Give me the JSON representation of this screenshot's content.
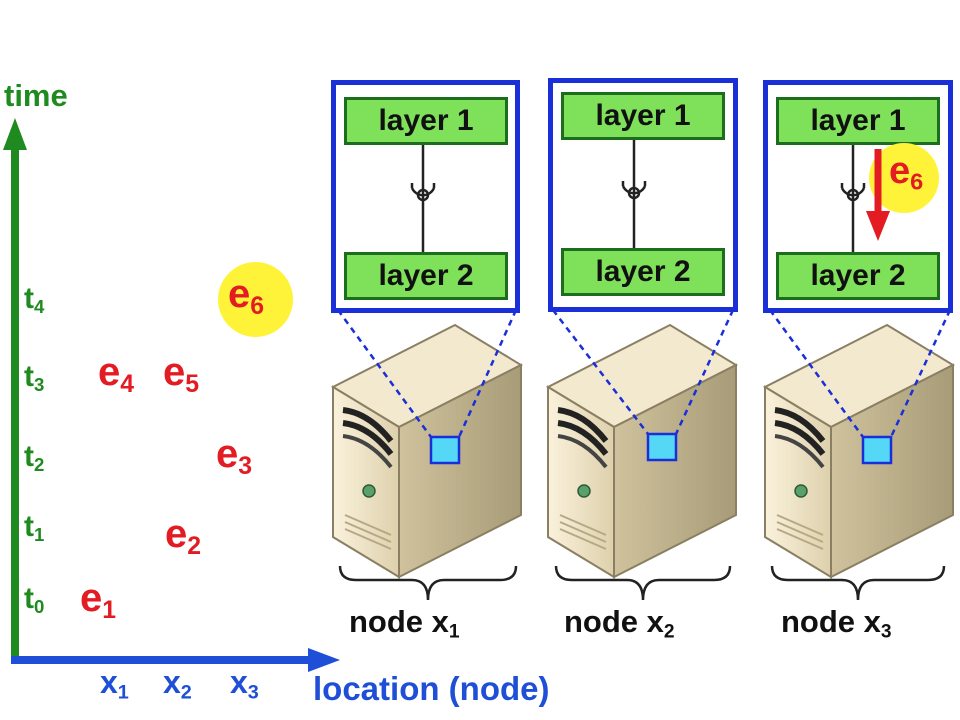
{
  "axis": {
    "y_label": "time",
    "x_label": "location (node)",
    "time_ticks": [
      {
        "base": "t",
        "sub": "0"
      },
      {
        "base": "t",
        "sub": "1"
      },
      {
        "base": "t",
        "sub": "2"
      },
      {
        "base": "t",
        "sub": "3"
      },
      {
        "base": "t",
        "sub": "4"
      }
    ],
    "location_ticks": [
      {
        "base": "x",
        "sub": "1"
      },
      {
        "base": "x",
        "sub": "2"
      },
      {
        "base": "x",
        "sub": "3"
      }
    ]
  },
  "events": [
    {
      "base": "e",
      "sub": "1"
    },
    {
      "base": "e",
      "sub": "2"
    },
    {
      "base": "e",
      "sub": "3"
    },
    {
      "base": "e",
      "sub": "4"
    },
    {
      "base": "e",
      "sub": "5"
    },
    {
      "base": "e",
      "sub": "6"
    }
  ],
  "nodes": [
    {
      "label": "node x",
      "sub": "1",
      "layer_top": "layer 1",
      "layer_bottom": "layer 2"
    },
    {
      "label": "node x",
      "sub": "2",
      "layer_top": "layer 1",
      "layer_bottom": "layer 2"
    },
    {
      "label": "node x",
      "sub": "3",
      "layer_top": "layer 1",
      "layer_bottom": "layer 2"
    }
  ],
  "migrating_event": {
    "base": "e",
    "sub": "6"
  },
  "colors": {
    "time_axis": "#1f8a1f",
    "location_axis": "#1e4fd6",
    "event": "#e31b23",
    "highlight": "#fff33a",
    "layer_fill": "#7fe05a",
    "frame": "#1a2fd8",
    "port": "#55d8f5"
  },
  "icons": [
    "server-icon",
    "connector-icon",
    "arrow-down-icon"
  ]
}
